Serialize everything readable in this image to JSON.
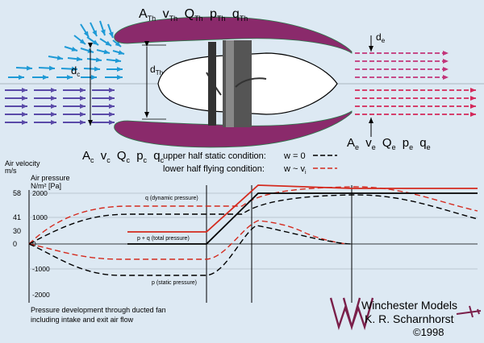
{
  "flow_labels": {
    "throat": {
      "A": "A",
      "A_sub": "Th",
      "v": "v",
      "v_sub": "Th",
      "Q": "Q",
      "Q_sub": "Th",
      "p": "p",
      "p_sub": "Th",
      "q": "q",
      "q_sub": "Th"
    },
    "capture": {
      "A": "A",
      "A_sub": "c",
      "v": "v",
      "v_sub": "c",
      "Q": "Q",
      "Q_sub": "c",
      "p": "p",
      "p_sub": "c",
      "q": "q",
      "q_sub": "c"
    },
    "exit": {
      "A": "A",
      "A_sub": "e",
      "v": "v",
      "v_sub": "e",
      "Q": "Q",
      "Q_sub": "e",
      "p": "p",
      "p_sub": "e",
      "q": "q",
      "q_sub": "e"
    }
  },
  "dimensions": {
    "dc": {
      "main": "d",
      "sub": "c"
    },
    "dth": {
      "main": "d",
      "sub": "Th"
    },
    "de": {
      "main": "d",
      "sub": "e"
    }
  },
  "legend": {
    "static": {
      "label": "upper half static condition:",
      "formula": "w = 0",
      "color": "#000000"
    },
    "flying": {
      "label": "lower half flying condition:",
      "formula": "w ~ v",
      "formula_sub": "i",
      "color": "#d42a1e"
    }
  },
  "axes": {
    "velocity_title": "Air velocity",
    "velocity_unit": "m/s",
    "pressure_title": "Air pressure",
    "pressure_unit": "N/m² [Pa]",
    "velocity_ticks": [
      "58",
      "41",
      "30",
      "0"
    ],
    "pressure_ticks": [
      "2000",
      "1000",
      "0",
      "-1000",
      "-2000"
    ]
  },
  "curve_labels": {
    "dynamic": "q  (dynamic pressure)",
    "total": "p + q  (total pressure)",
    "static": "p  (static pressure)"
  },
  "caption": {
    "line1": "Pressure development through ducted fan",
    "line2": "including intake and exit air flow"
  },
  "branding": {
    "company": "Winchester Models",
    "author": "K. R. Scharnhorst",
    "copyright": "©1998",
    "logo_color": "#7a1f4a"
  },
  "colors": {
    "background": "#dde9f3",
    "duct": "#8a2a6b",
    "inflow_upper": "#1f9ad6",
    "inflow_lower": "#5a4aa8",
    "outflow_upper": "#c2357a",
    "outflow_lower": "#d4285a",
    "static_curve": "#000000",
    "flying_curve": "#d42a1e"
  }
}
